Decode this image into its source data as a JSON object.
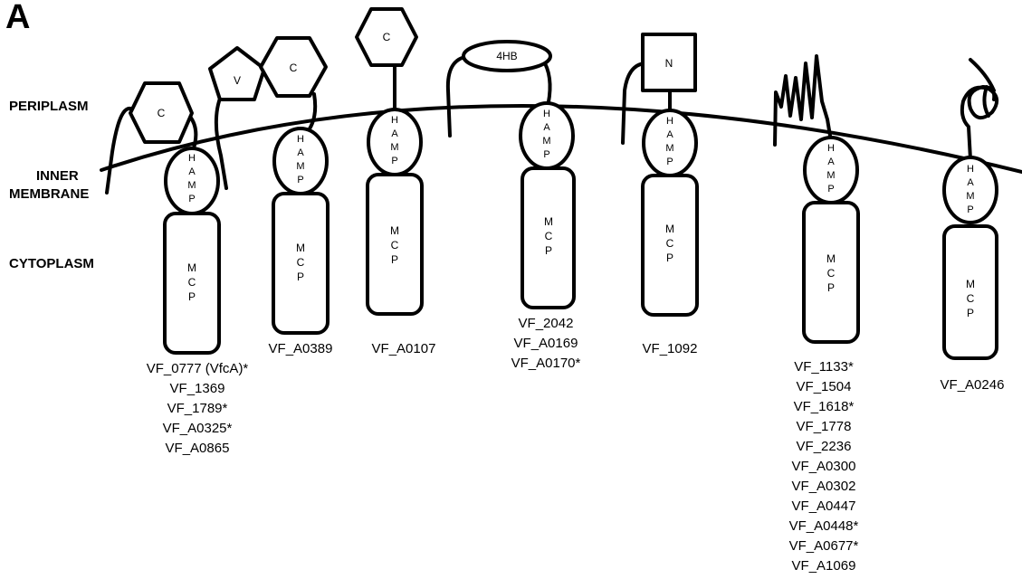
{
  "panel_label": "A",
  "regions": {
    "periplasm": "PERIPLASM",
    "inner_membrane": [
      "INNER",
      "MEMBRANE"
    ],
    "cytoplasm": "CYTOPLASM"
  },
  "domains": {
    "cache": "C",
    "vfc": "V",
    "four_helix_bundle": "4HB",
    "n_domain": "N",
    "hamp": [
      "H",
      "A",
      "M",
      "P"
    ],
    "mcp": [
      "M",
      "C",
      "P"
    ]
  },
  "receptors": [
    {
      "ids": [
        "VF_0777 (VfcA)*",
        "VF_1369",
        "VF_1789*",
        "VF_A0325*",
        "VF_A0865"
      ]
    },
    {
      "ids": [
        "VF_A0389"
      ]
    },
    {
      "ids": [
        "VF_A0107"
      ]
    },
    {
      "ids": [
        "VF_2042",
        "VF_A0169",
        "VF_A0170*"
      ]
    },
    {
      "ids": [
        "VF_1092"
      ]
    },
    {
      "ids": [
        "VF_1133*",
        "VF_1504",
        "VF_1618*",
        "VF_1778",
        "VF_2236",
        "VF_A0300",
        "VF_A0302",
        "VF_A0447",
        "VF_A0448*",
        "VF_A0677*",
        "VF_A1069"
      ]
    },
    {
      "ids": [
        "VF_A0246"
      ]
    }
  ]
}
